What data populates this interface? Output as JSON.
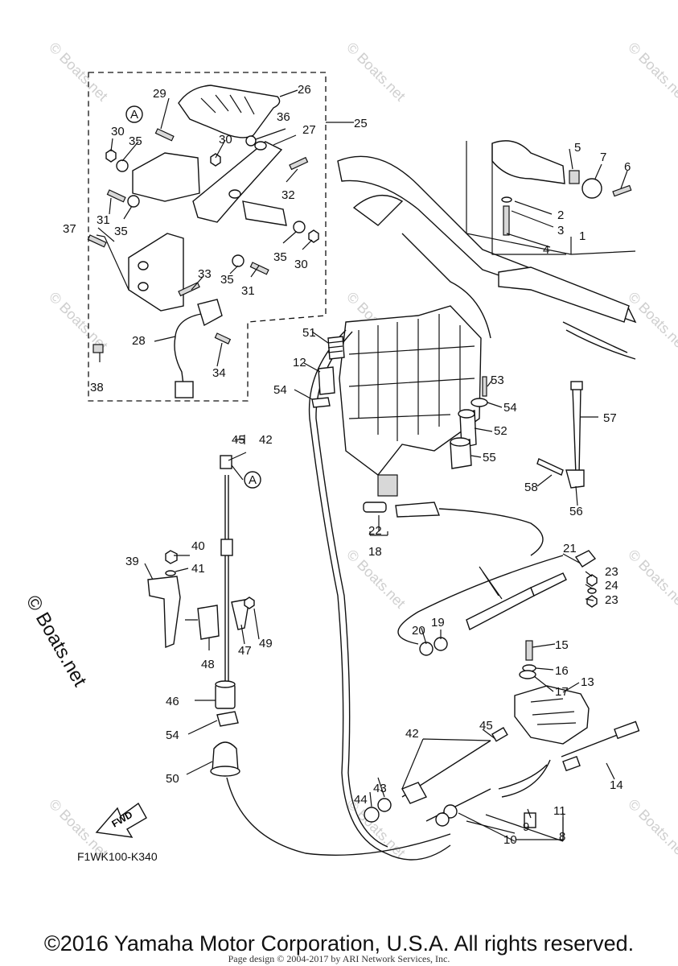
{
  "diagram": {
    "figure_code": "F1WK100-K340",
    "copyright": "©2016 Yamaha Motor Corporation, U.S.A. All rights reserved.",
    "page_design": "Page design © 2004-2017 by ARI Network Services, Inc.",
    "watermark_side": "© Boats.net",
    "watermark_small": "© Boats.net",
    "direction_label": "FWD",
    "reference_mark": "A",
    "callouts": [
      "1",
      "2",
      "3",
      "4",
      "5",
      "6",
      "7",
      "8",
      "9",
      "10",
      "11",
      "12",
      "13",
      "14",
      "15",
      "16",
      "17",
      "18",
      "20",
      "19",
      "21",
      "22",
      "23",
      "24",
      "23",
      "25",
      "26",
      "27",
      "28",
      "29",
      "30",
      "30",
      "30",
      "31",
      "31",
      "32",
      "33",
      "34",
      "35",
      "35",
      "35",
      "35",
      "36",
      "37",
      "38",
      "39",
      "40",
      "41",
      "42",
      "42",
      "45",
      "43",
      "44",
      "45",
      "46",
      "47",
      "48",
      "49",
      "50",
      "51",
      "52",
      "53",
      "54",
      "54",
      "54",
      "55",
      "56",
      "57",
      "58"
    ]
  }
}
